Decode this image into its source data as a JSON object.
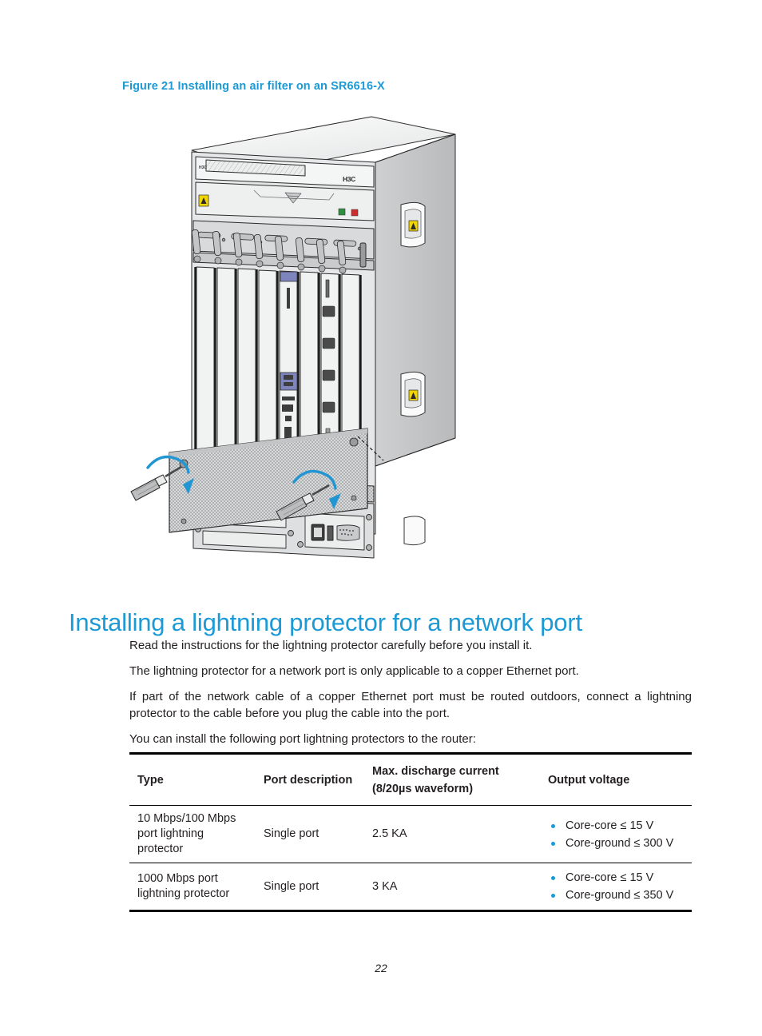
{
  "figure": {
    "caption": "Figure 21 Installing an air filter on an SR6616-X",
    "alt_label": "router-chassis-air-filter-illustration",
    "brand_text": "H3C",
    "accent_color": "#1b9ad6",
    "arrow_color": "#2196d3",
    "chassis_color": "#d9dadb",
    "warning_label_color": "#f2d600"
  },
  "heading": {
    "title": "Installing a lightning protector for a network port"
  },
  "paragraphs": [
    "Read the instructions for the lightning protector carefully before you install it.",
    "The lightning protector for a network port is only applicable to a copper Ethernet port.",
    "If part of the network cable of a copper Ethernet port must be routed outdoors, connect a lightning protector to the cable before you plug the cable into the port.",
    "You can install the following port lightning protectors to the router:"
  ],
  "table": {
    "headers": {
      "type": "Type",
      "port_description": "Port description",
      "max_discharge_current_l1": "Max. discharge current",
      "max_discharge_current_l2": "(8/20µs waveform)",
      "output_voltage": "Output voltage"
    },
    "rows": [
      {
        "type": "10 Mbps/100 Mbps port lightning protector",
        "port_description": "Single port",
        "max_discharge_current": "2.5 KA",
        "output_voltage": [
          "Core-core ≤ 15 V",
          "Core-ground ≤ 300 V"
        ]
      },
      {
        "type": "1000 Mbps port lightning protector",
        "port_description": "Single port",
        "max_discharge_current": "3 KA",
        "output_voltage": [
          "Core-core ≤ 15 V",
          "Core-ground ≤ 350 V"
        ]
      }
    ]
  },
  "footer": {
    "page_number": "22"
  }
}
